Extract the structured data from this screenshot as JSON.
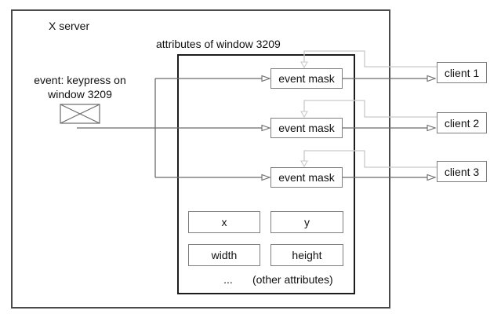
{
  "diagram": {
    "server": {
      "label": "X server"
    },
    "attributes_window": {
      "label": "attributes of window 3209"
    },
    "event": {
      "line1": "event: keypress on",
      "line2": "window 3209",
      "icon": "envelope-icon"
    },
    "event_masks": [
      {
        "label": "event mask"
      },
      {
        "label": "event mask"
      },
      {
        "label": "event mask"
      }
    ],
    "clients": [
      {
        "label": "client 1"
      },
      {
        "label": "client 2"
      },
      {
        "label": "client 3"
      }
    ],
    "attributes": [
      {
        "label": "x"
      },
      {
        "label": "y"
      },
      {
        "label": "width"
      },
      {
        "label": "height"
      }
    ],
    "footer": {
      "ellipsis": "...",
      "other": "(other attributes)"
    },
    "colors": {
      "background": "#ffffff",
      "text": "#111111",
      "outer_border": "#4a4a4a",
      "inner_border": "#1c1c1c",
      "box_border": "#7d7d7d",
      "event_line": "#6b6b6b",
      "mask_set_line": "#c9c9c9"
    }
  }
}
